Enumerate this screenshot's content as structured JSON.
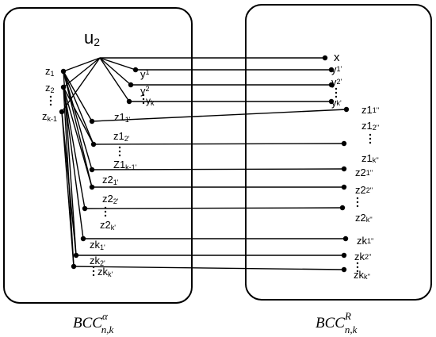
{
  "hub_label": "u",
  "hub_sub": "2",
  "z_labels": [
    {
      "main": "z",
      "sub": "1"
    },
    {
      "main": "z",
      "sub": "2"
    },
    {
      "main": "z",
      "sub": "k-1"
    }
  ],
  "left_labels": [
    {
      "main": "y",
      "sub": "1"
    },
    {
      "main": "y",
      "sub": "2"
    },
    {
      "main": "y",
      "sub": "k"
    },
    {
      "main": "z1",
      "sub": "1'"
    },
    {
      "main": "z1",
      "sub": "2'"
    },
    {
      "main": "Z1",
      "sub": "k-1'"
    },
    {
      "main": "z2",
      "sub": "1'"
    },
    {
      "main": "z2",
      "sub": "2'"
    },
    {
      "main": "z2",
      "sub": "k'"
    },
    {
      "main": "zk",
      "sub": "1'"
    },
    {
      "main": "zk",
      "sub": "2'"
    },
    {
      "main": "zk",
      "sub": "k'"
    }
  ],
  "right_labels": [
    {
      "main": "x",
      "sub": ""
    },
    {
      "main": "y",
      "sub": "1'"
    },
    {
      "main": "y",
      "sub": "2'"
    },
    {
      "main": "y",
      "sub": "k'"
    },
    {
      "main": "z1",
      "sub": "1''"
    },
    {
      "main": "z1",
      "sub": "2''"
    },
    {
      "main": "z1",
      "sub": "k''"
    },
    {
      "main": "z2",
      "sub": "1''"
    },
    {
      "main": "z2",
      "sub": "2''"
    },
    {
      "main": "z2",
      "sub": "k''"
    },
    {
      "main": "zk",
      "sub": "1''"
    },
    {
      "main": "zk",
      "sub": "2''"
    },
    {
      "main": "zk",
      "sub": "k''"
    }
  ],
  "captions": {
    "left": {
      "main": "BCC",
      "sup": "α",
      "sub": "n,k"
    },
    "right": {
      "main": "BCC",
      "sup": "R",
      "sub": "n,k"
    }
  }
}
